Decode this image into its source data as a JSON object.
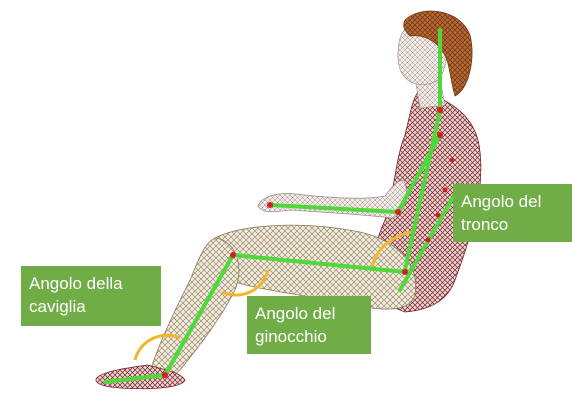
{
  "labels": {
    "trunk_angle": "Angolo del\ntronco",
    "ankle_angle": "Angolo della\ncaviglia",
    "knee_angle": "Angolo del\nginocchio"
  },
  "colors": {
    "label_background": "#70ad47",
    "label_text": "#ffffff",
    "skeleton_line": "#4fd83a",
    "joint_marker": "#d02020",
    "angle_arc": "#f2b62b",
    "mesh_torso": "#7a1f2a",
    "mesh_legs": "#8a7a5a",
    "hair": "#8a4a1e"
  },
  "icons": {
    "figure": "seated-human-mesh-figure"
  }
}
